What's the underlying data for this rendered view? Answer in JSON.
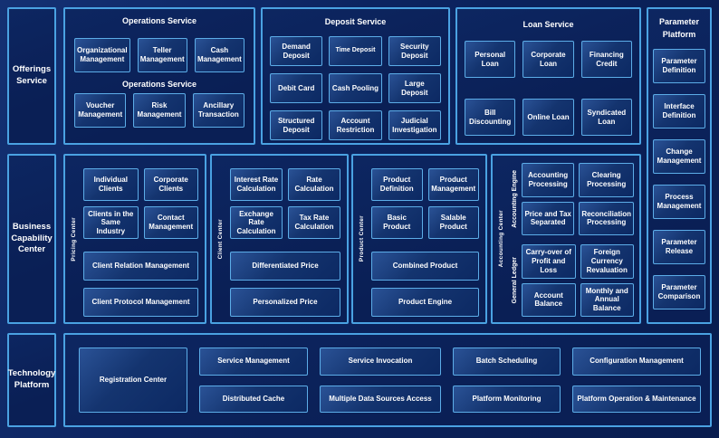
{
  "colors": {
    "canvas": "#0c2460",
    "panel_fill": "#0a1f55",
    "panel_border": "#4aa2e2",
    "box_border": "#5cade8",
    "box_fill": "#14346f",
    "text": "#ffffff"
  },
  "left_column": {
    "offerings": "Offerings Service",
    "business": "Business Capability Center",
    "technology": "Technology Platform"
  },
  "operations": {
    "title": "Operations Service",
    "center_label": "Operations Service",
    "row1": [
      "Organizational Management",
      "Teller Management",
      "Cash Management"
    ],
    "row2": [
      "Voucher Management",
      "Risk Management",
      "Ancillary Transaction"
    ]
  },
  "deposit": {
    "title": "Deposit Service",
    "rows": [
      [
        "Demand Deposit",
        "Time Deposit",
        "Security Deposit"
      ],
      [
        "Debit Card",
        "Cash Pooling",
        "Large Deposit"
      ],
      [
        "Structured Deposit",
        "Account Restriction",
        "Judicial Investigation"
      ]
    ]
  },
  "loan": {
    "title": "Loan Service",
    "rows": [
      [
        "Personal Loan",
        "Corporate Loan",
        "Financing Credit"
      ],
      [
        "Bill Discounting",
        "Online Loan",
        "Syndicated Loan"
      ]
    ]
  },
  "parameter": {
    "title": "Parameter Platform",
    "items": [
      "Parameter Definition",
      "Interface Definition",
      "Change Management",
      "Process Management",
      "Parameter Release",
      "Parameter Comparison"
    ]
  },
  "pricing": {
    "label": "Pricing Center",
    "pairs": [
      [
        "Individual Clients",
        "Corporate Clients"
      ],
      [
        "Clients in the Same Industry",
        "Contact Management"
      ]
    ],
    "wide": [
      "Client Relation Management",
      "Client Protocol Management"
    ]
  },
  "client": {
    "label": "Client Center",
    "pairs": [
      [
        "Interest Rate Calculation",
        "Rate Calculation"
      ],
      [
        "Exchange Rate Calculation",
        "Tax Rate Calculation"
      ]
    ],
    "wide": [
      "Differentiated Price",
      "Personalized Price"
    ]
  },
  "product": {
    "label": "Product Center",
    "pairs": [
      [
        "Product Definition",
        "Product Management"
      ],
      [
        "Basic Product",
        "Salable Product"
      ]
    ],
    "wide": [
      "Combined Product",
      "Product Engine"
    ]
  },
  "accounting": {
    "label": "Accounting Center",
    "groups": [
      {
        "label": "Accounting Engine",
        "items": [
          "Accounting Processing",
          "Clearing Processing",
          "Price and Tax Separated",
          "Reconciliation Processing"
        ]
      },
      {
        "label": "General Ledger",
        "items": [
          "Carry-over of Profit and Loss",
          "Foreign Currency Revaluation",
          "Account Balance",
          "Monthly and Annual Balance"
        ]
      }
    ]
  },
  "technology": {
    "registration": "Registration Center",
    "columns": [
      [
        "Service Management",
        "Distributed Cache"
      ],
      [
        "Service Invocation",
        "Multiple Data Sources Access"
      ],
      [
        "Batch Scheduling",
        "Platform Monitoring"
      ],
      [
        "Configuration Management",
        "Platform Operation & Maintenance"
      ]
    ]
  }
}
